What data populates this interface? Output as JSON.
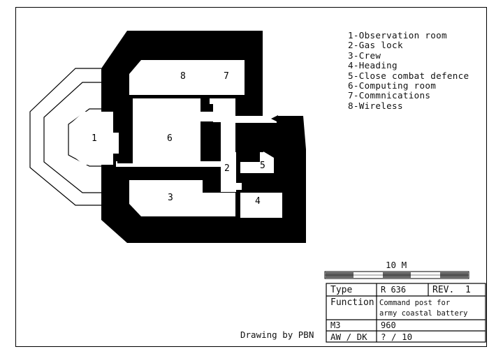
{
  "legend": [
    "1-Observation room",
    "2-Gas lock",
    "3-Crew",
    "4-Heading",
    "5-Close combat defence",
    "6-Computing room",
    "7-Commnications",
    "8-Wireless"
  ],
  "rooms": [
    "1",
    "2",
    "3",
    "4",
    "5",
    "6",
    "7",
    "8"
  ],
  "scale": {
    "label": "10 M"
  },
  "title_block": {
    "type_label": "Type",
    "type_value": "R 636",
    "rev_label": "REV.",
    "rev_value": "1",
    "function_label": "Function",
    "function_value_line1": "Command post for",
    "function_value_line2": "army coastal battery",
    "m3_label": "M3",
    "m3_value": "960",
    "awdk_label": "AW / DK",
    "awdk_value": "? / 10"
  },
  "credit": "Drawing by PBN",
  "colors": {
    "ink": "#000000",
    "wall": "#1a1a1a",
    "paper": "#ffffff"
  }
}
